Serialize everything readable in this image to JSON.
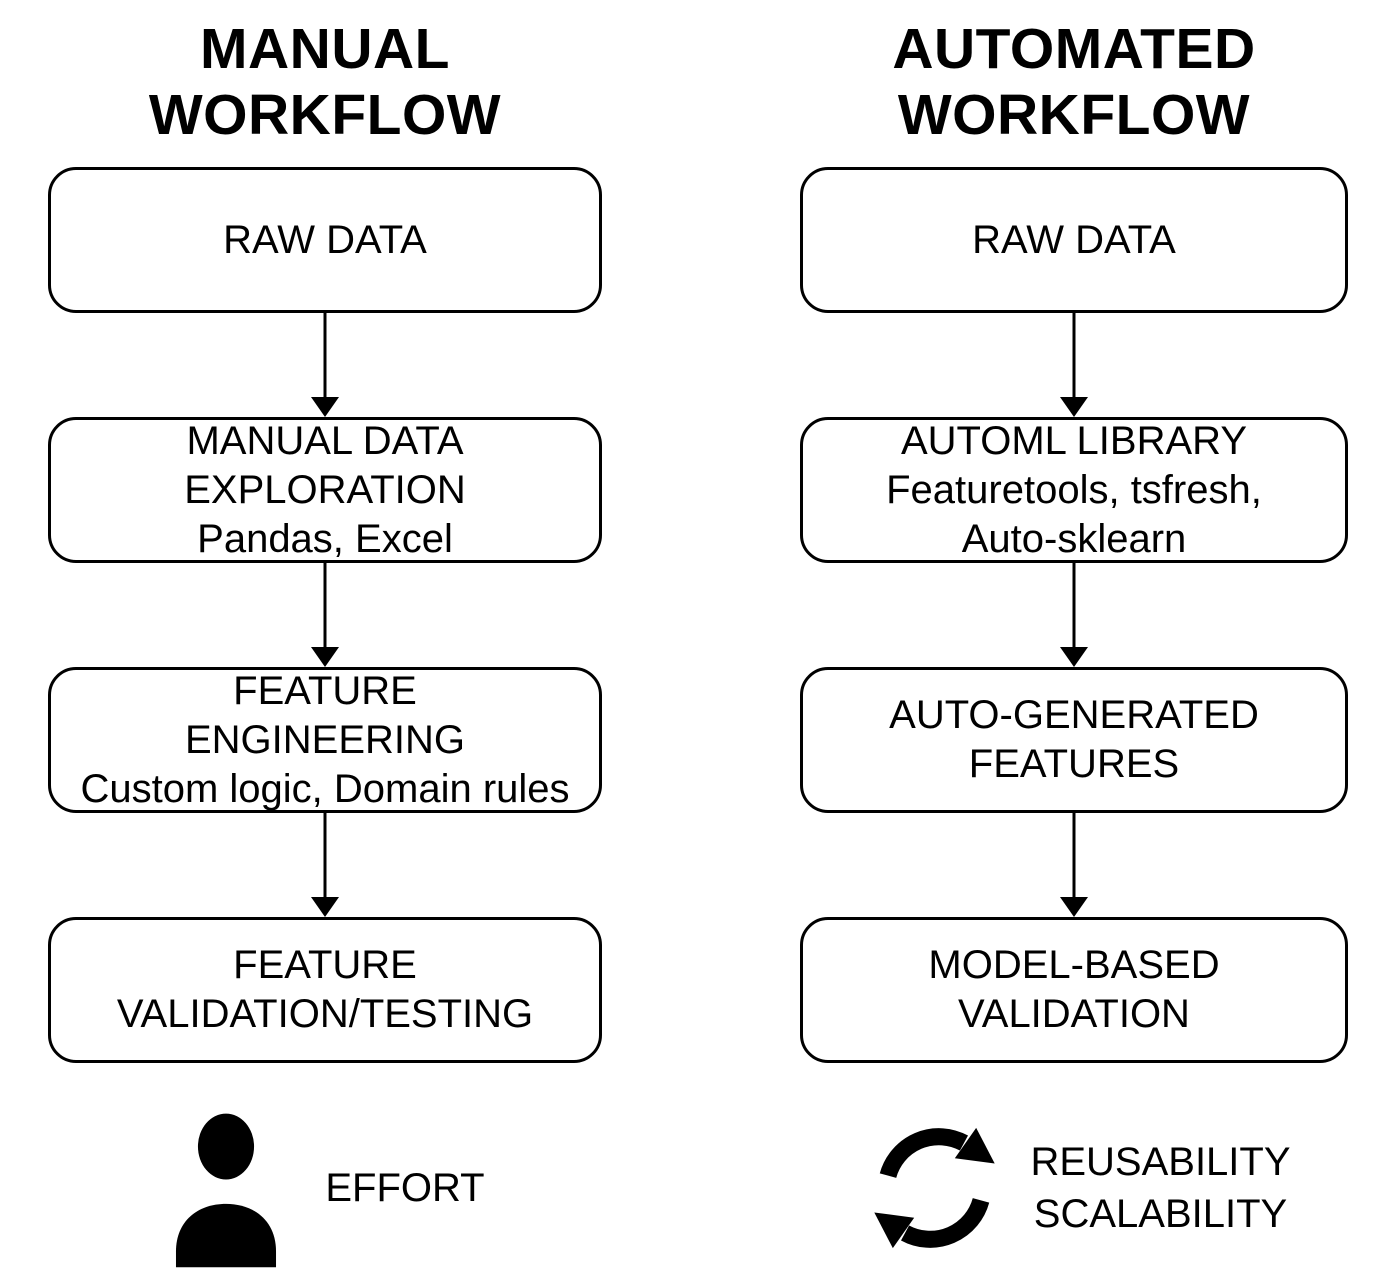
{
  "diagram": {
    "background_color": "#ffffff",
    "line_color": "#000000",
    "text_color": "#000000"
  },
  "columns": [
    {
      "title_lines": [
        "MANUAL",
        "WORKFLOW"
      ],
      "boxes": [
        {
          "lines": [
            "RAW DATA"
          ]
        },
        {
          "lines": [
            "MANUAL DATA",
            "EXPLORATION",
            "Pandas, Excel"
          ]
        },
        {
          "lines": [
            "FEATURE",
            "ENGINEERING",
            "Custom logic, Domain rules"
          ]
        },
        {
          "lines": [
            "FEATURE",
            "VALIDATION/TESTING"
          ]
        }
      ],
      "footer": {
        "icon": "person-icon",
        "labels": [
          "EFFORT"
        ]
      }
    },
    {
      "title_lines": [
        "AUTOMATED",
        "WORKFLOW"
      ],
      "boxes": [
        {
          "lines": [
            "RAW DATA"
          ]
        },
        {
          "lines": [
            "AUTOML LIBRARY",
            "Featuretools, tsfresh,",
            "Auto-sklearn"
          ]
        },
        {
          "lines": [
            "AUTO-GENERATED",
            "FEATURES"
          ]
        },
        {
          "lines": [
            "MODEL-BASED",
            "VALIDATION"
          ]
        }
      ],
      "footer": {
        "icon": "cycle-icon",
        "labels": [
          "REUSABILITY",
          "SCALABILITY"
        ]
      }
    }
  ]
}
